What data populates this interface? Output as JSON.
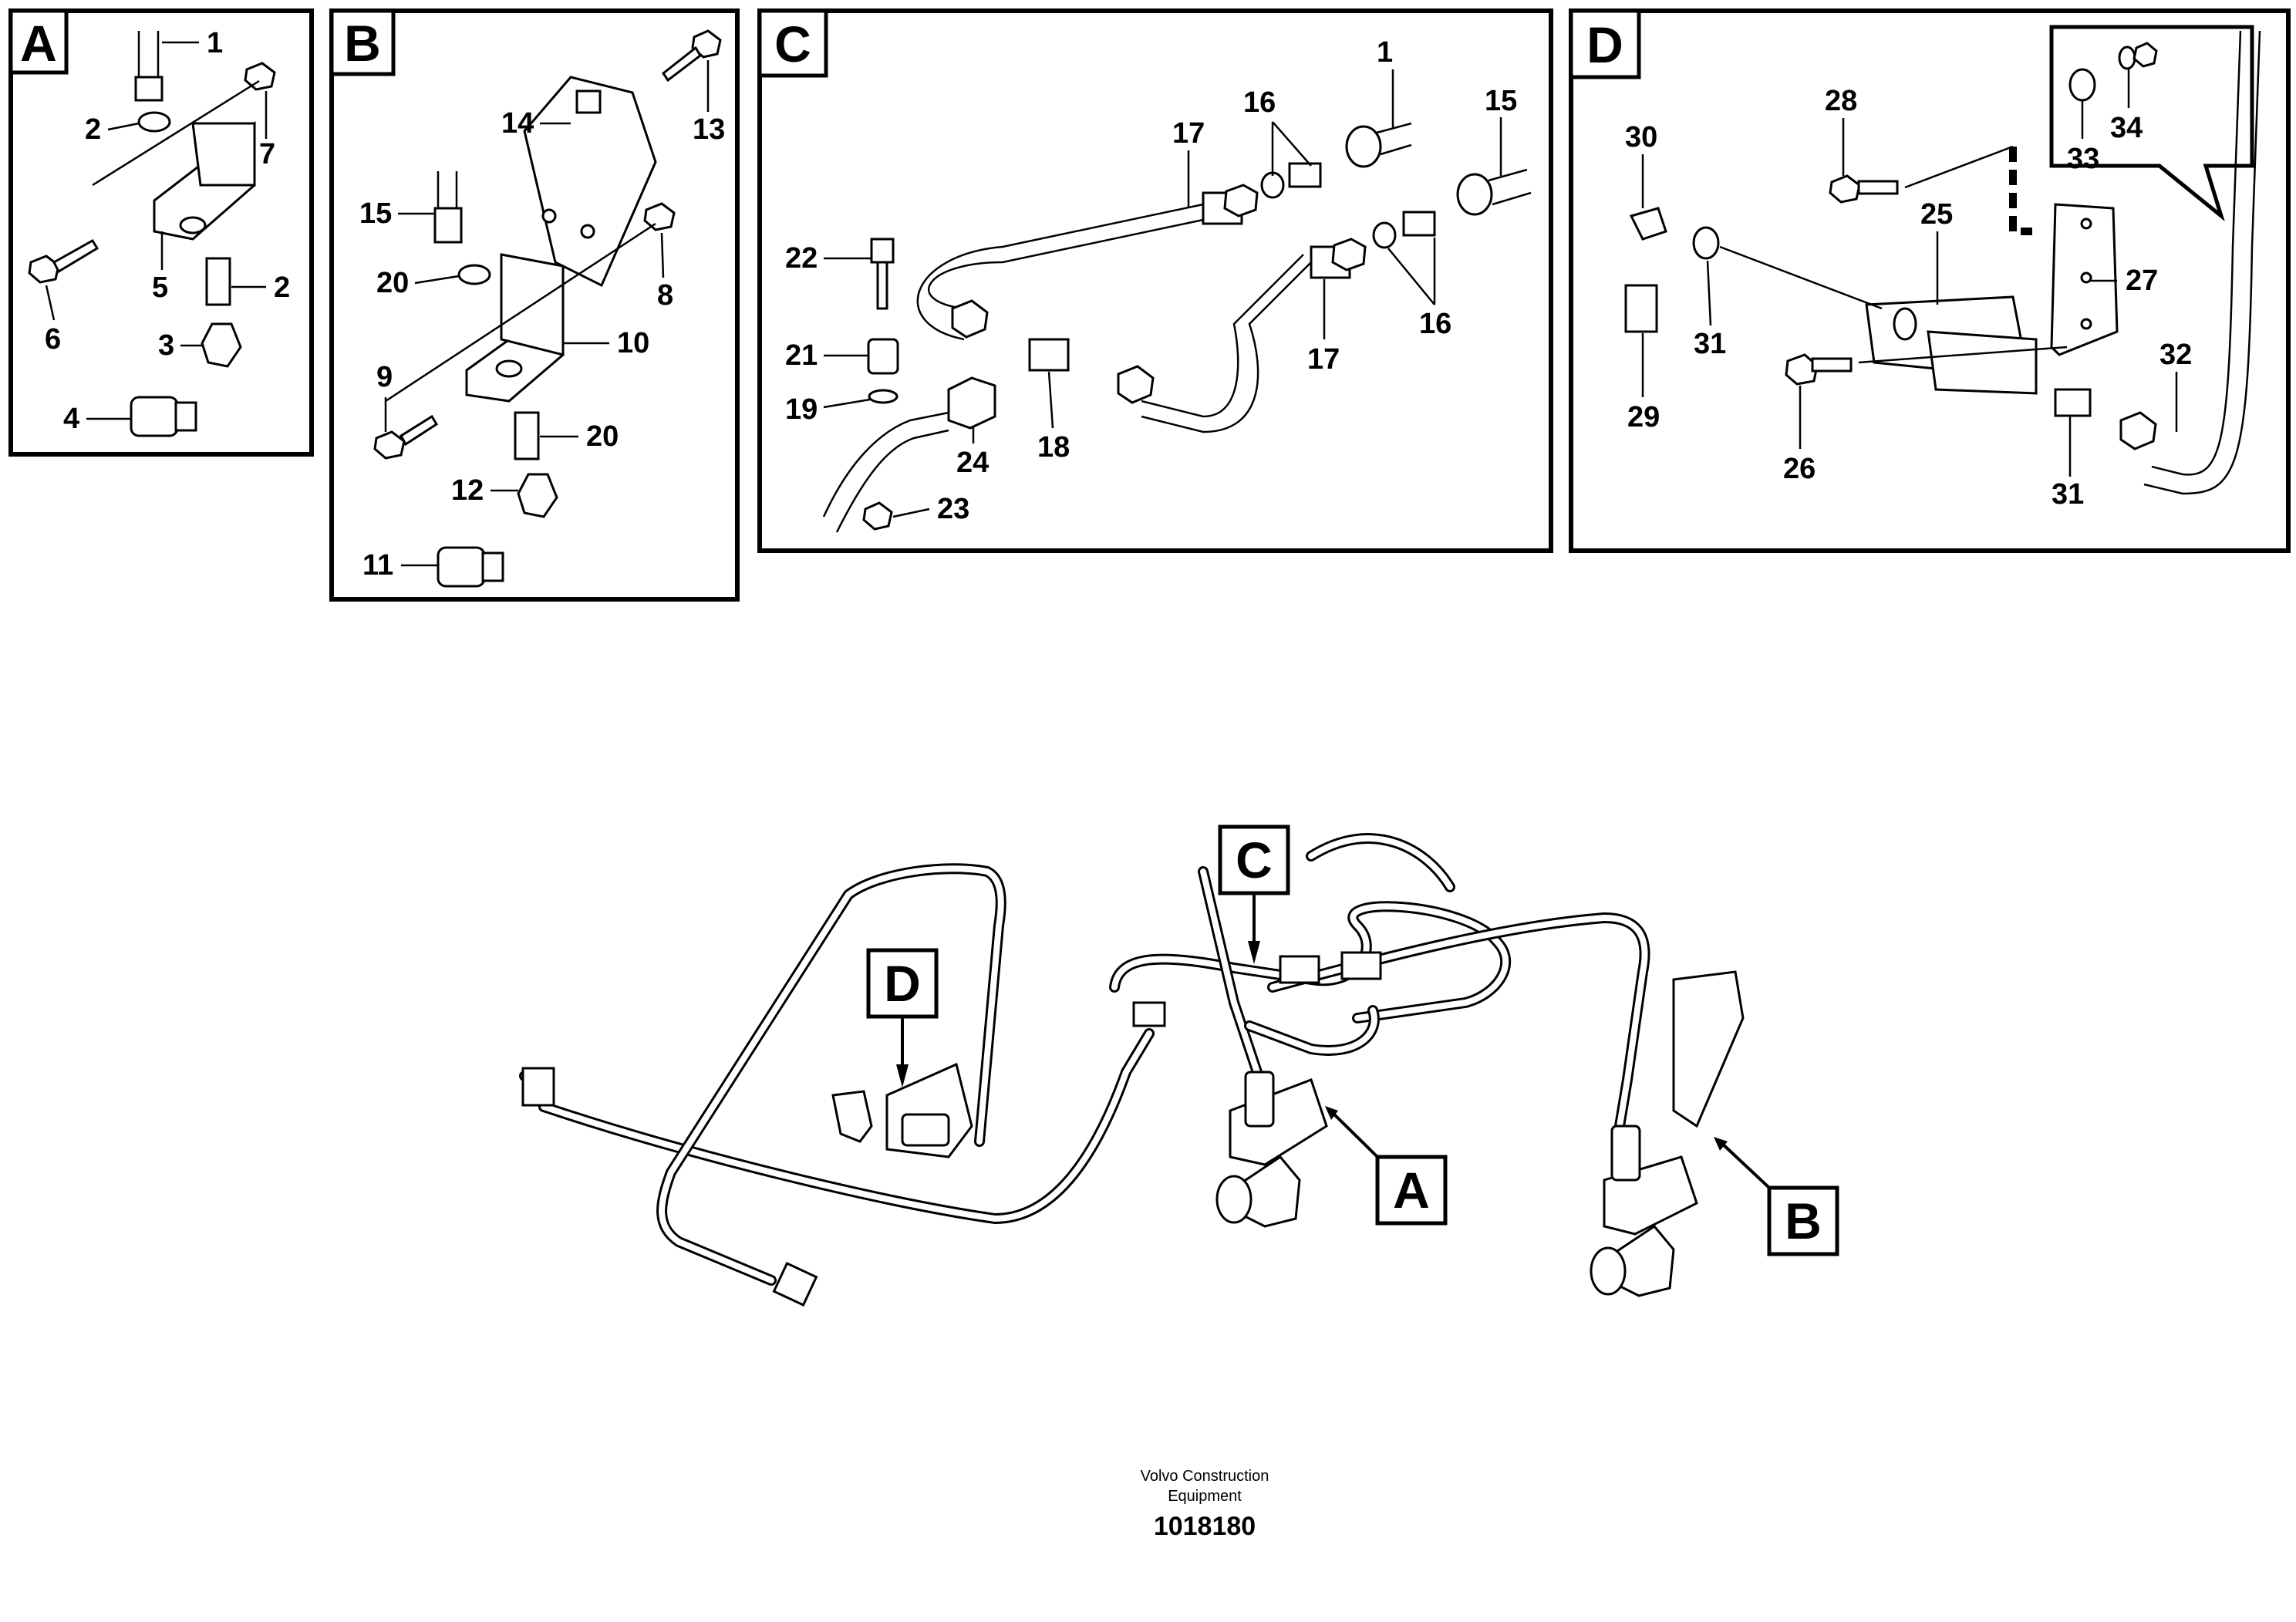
{
  "panels": {
    "A": {
      "letter": "A",
      "labels": [
        "1",
        "2",
        "7",
        "6",
        "5",
        "2",
        "3",
        "4"
      ]
    },
    "B": {
      "letter": "B",
      "labels": [
        "14",
        "13",
        "15",
        "20",
        "8",
        "10",
        "9",
        "20",
        "12",
        "11"
      ]
    },
    "C": {
      "letter": "C",
      "labels": [
        "1",
        "16",
        "15",
        "17",
        "22",
        "21",
        "19",
        "24",
        "18",
        "23",
        "17",
        "16"
      ]
    },
    "D": {
      "letter": "D",
      "labels": [
        "28",
        "30",
        "34",
        "33",
        "25",
        "27",
        "31",
        "29",
        "26",
        "32",
        "31"
      ]
    }
  },
  "overview": {
    "callouts": [
      "C",
      "D",
      "A",
      "B"
    ]
  },
  "footer": {
    "company_line1": "Volvo Construction",
    "company_line2": "Equipment",
    "part_number": "1018180"
  }
}
